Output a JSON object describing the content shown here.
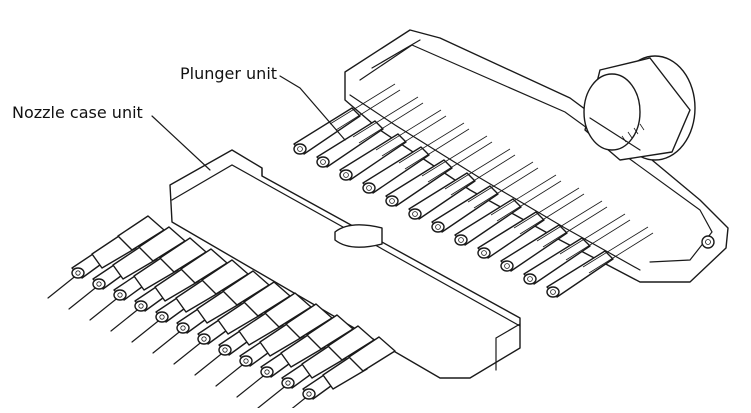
{
  "labels": {
    "plunger_unit": "Plunger unit",
    "nozzle_case_unit": "Nozzle case unit"
  },
  "colors": {
    "line": "#1a1a1a",
    "fill": "#ffffff"
  },
  "counts": {
    "plungers": 12,
    "nozzles": 12
  }
}
